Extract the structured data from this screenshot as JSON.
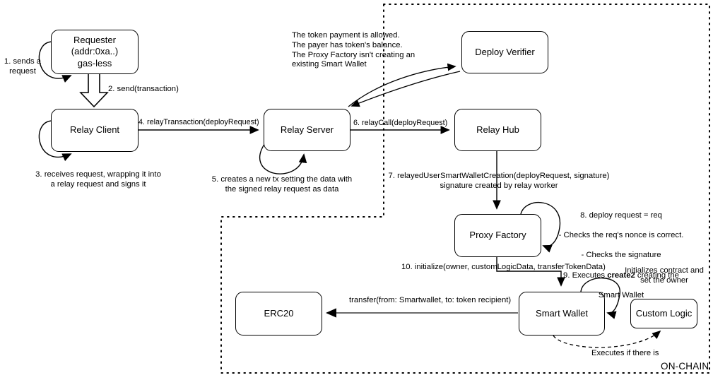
{
  "diagram": {
    "title_region": "ON-CHAIN",
    "colors": {
      "line": "#000000",
      "background": "#ffffff"
    },
    "nodes": {
      "requester": {
        "label": "Requester\n(addr:0xa..)\ngas-less"
      },
      "relay_client": {
        "label": "Relay Client"
      },
      "relay_server": {
        "label": "Relay Server"
      },
      "deploy_verifier": {
        "label": "Deploy Verifier"
      },
      "relay_hub": {
        "label": "Relay Hub"
      },
      "proxy_factory": {
        "label": "Proxy Factory"
      },
      "smart_wallet": {
        "label": "Smart Wallet"
      },
      "erc20": {
        "label": "ERC20"
      },
      "custom_logic": {
        "label": "Custom Logic"
      }
    },
    "steps": {
      "s1": "1. sends a\nrequest",
      "s2": "2. send(transaction)",
      "s3": "3. receives request, wrapping it into\na relay request and signs it",
      "s4": "4. relayTransaction(deployRequest)",
      "s5": "5. creates a new tx setting the data with\nthe signed relay request as data",
      "s6": "6. relayCall(deployRequest)",
      "s7": "7. relayedUserSmartWalletCreation(deployRequest, signature)\nsignature created by relay worker",
      "s10": "10. initialize(owner, customLogicData, transferTokenData)"
    },
    "notes": {
      "verifier_checks": "The token payment is allowed.\nThe payer has token's balance.\nThe Proxy Factory isn't creating an\nexisting Smart Wallet",
      "factory_line1": "8. deploy request = req",
      "factory_line2": "- Checks the req's nonce is correct.",
      "factory_line3": "- Checks the signature",
      "factory_line4_pre": "9. Executes ",
      "factory_line4_bold": "create2",
      "factory_line4_post": " creating the",
      "factory_line5": "Smart Wallet",
      "init_owner": "Initializes contract and\nset the owner",
      "executes_if": "Executes if there is",
      "transfer_call": "transfer(from: Smartwallet, to: token recipient)",
      "onchain": "ON-CHAIN"
    }
  }
}
